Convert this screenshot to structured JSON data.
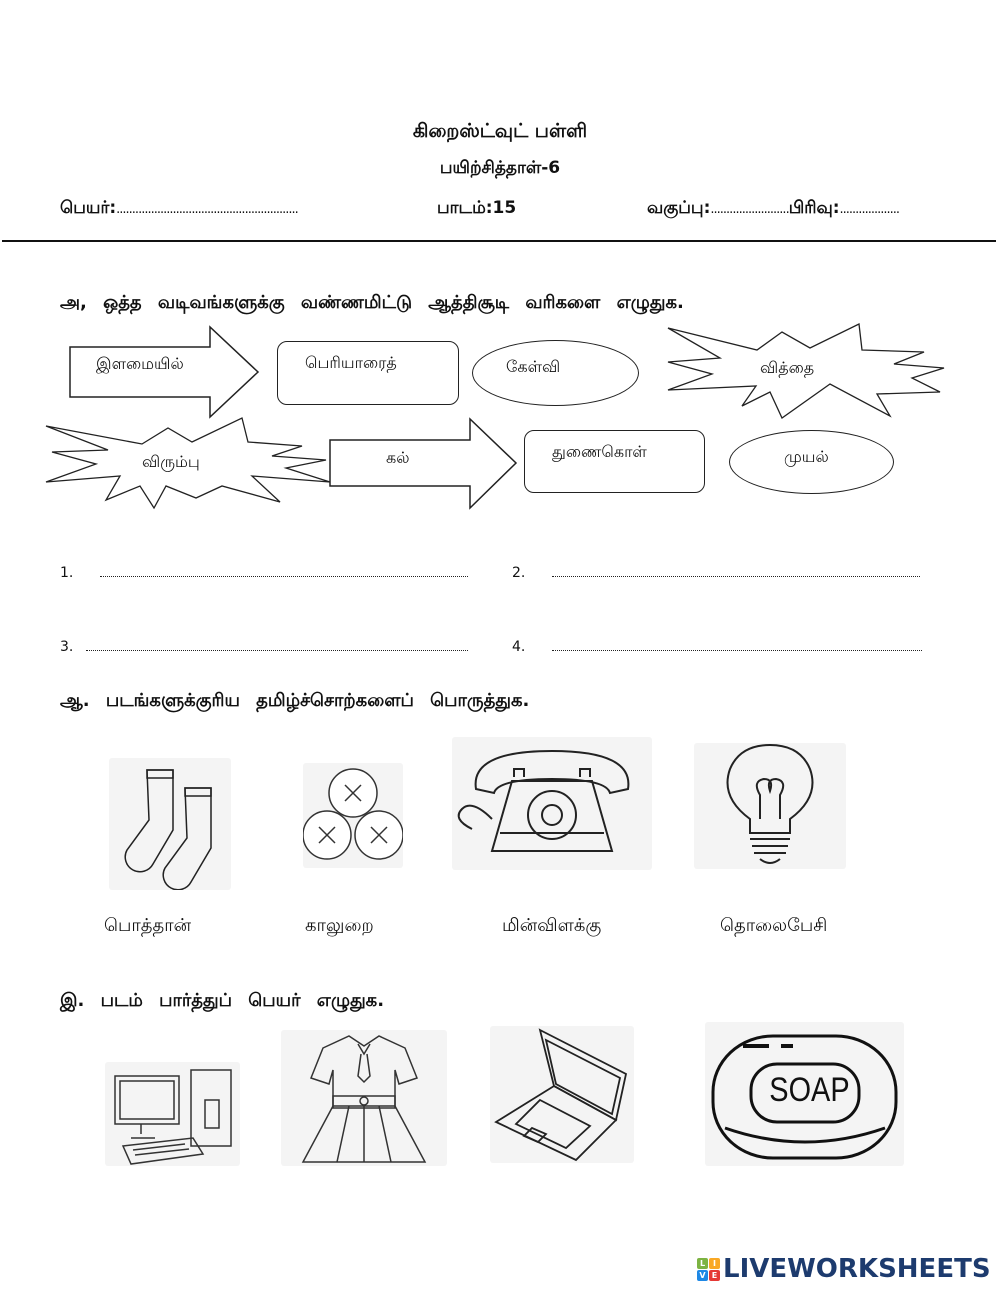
{
  "header": {
    "school_name": "கிறைஸ்ட்வுட் பள்ளி",
    "worksheet_title": "பயிற்சித்தாள்-6",
    "name_label": "பெயர்:",
    "name_dots": "..........................................................",
    "lesson_label": "பாடம்:15",
    "class_label": "வகுப்பு:",
    "class_dots": ".........................",
    "section_label": "பிரிவு:",
    "section_dots": "..................."
  },
  "section_a": {
    "heading": "அ, ஒத்த வடிவங்களுக்கு வண்ணமிட்டு ஆத்திசூடி வரிகளை எழுதுக.",
    "shapes": [
      {
        "type": "arrow",
        "label": "இளமையில்"
      },
      {
        "type": "rounded-rect",
        "label": "பெரியாரைத்"
      },
      {
        "type": "ellipse",
        "label": "கேள்வி"
      },
      {
        "type": "starburst",
        "label": "வித்தை"
      },
      {
        "type": "starburst",
        "label": "விரும்பு"
      },
      {
        "type": "arrow",
        "label": "கல்"
      },
      {
        "type": "rounded-rect",
        "label": "துணைகொள்"
      },
      {
        "type": "ellipse",
        "label": "முயல்"
      }
    ],
    "answer_lines": [
      {
        "number": "1.",
        "value": ""
      },
      {
        "number": "2.",
        "value": ""
      },
      {
        "number": "3.",
        "value": ""
      },
      {
        "number": "4.",
        "value": ""
      }
    ]
  },
  "section_b": {
    "heading": "ஆ. படங்களுக்குரிய தமிழ்ச்சொற்களைப் பொருத்துக.",
    "pictures": [
      "socks",
      "buttons",
      "telephone",
      "light-bulb"
    ],
    "words": [
      "பொத்தான்",
      "காலுறை",
      "மின்விளக்கு",
      "தொலைபேசி"
    ]
  },
  "section_c": {
    "heading": "இ. படம் பார்த்துப் பெயர் எழுதுக.",
    "pictures": [
      "desktop-computer",
      "school-dress",
      "laptop",
      "soap"
    ],
    "soap_text": "SOAP"
  },
  "footer": {
    "logo_letters": [
      "L",
      "I",
      "V",
      "E"
    ],
    "logo_colors": [
      "#7cb342",
      "#f9a825",
      "#1e88e5",
      "#e53935"
    ],
    "logo_text": "LIVEWORKSHEETS",
    "logo_text_color": "#1d3b6e"
  }
}
